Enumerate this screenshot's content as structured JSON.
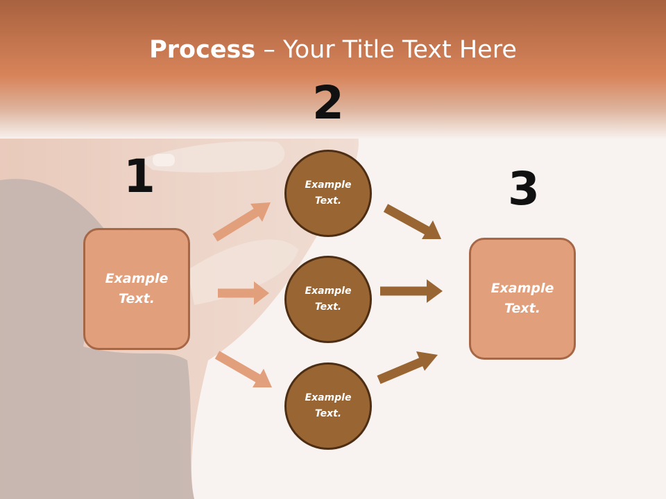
{
  "title": {
    "bold": "Process",
    "rest": " – Your Title Text Here"
  },
  "steps": {
    "step1": {
      "number": "1",
      "text_line1": "Example",
      "text_line2": "Text."
    },
    "step2": {
      "number": "2"
    },
    "step3": {
      "number": "3",
      "text_line1": "Example",
      "text_line2": "Text."
    }
  },
  "circles": [
    {
      "text_line1": "Example",
      "text_line2": "Text."
    },
    {
      "text_line1": "Example",
      "text_line2": "Text."
    },
    {
      "text_line1": "Example",
      "text_line2": "Text."
    }
  ],
  "colors": {
    "header": "#d8845a",
    "box_fill": "#e29f7c",
    "circle_fill": "#996633",
    "arrow_light": "#e29f7c",
    "arrow_dark": "#996633"
  }
}
